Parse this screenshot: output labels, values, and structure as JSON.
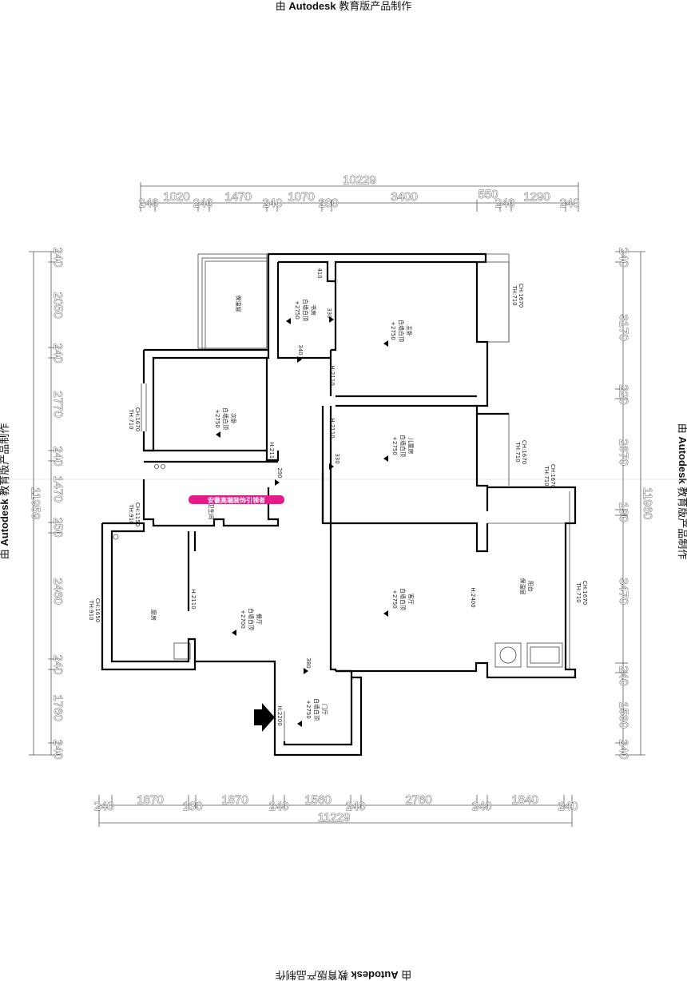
{
  "watermark": {
    "text_prefix": "由",
    "brand": "Autodesk",
    "text_suffix": "教育版产品制作"
  },
  "dimensions": {
    "top_total": "10229",
    "top_segments": [
      "240",
      "1020",
      "240",
      "1470",
      "240",
      "1070",
      "230",
      "3400",
      "550",
      "240",
      "1290",
      "240"
    ],
    "bottom_total": "11229",
    "bottom_segments": [
      "240",
      "1870",
      "130",
      "1870",
      "240",
      "1560",
      "240",
      "2760",
      "240",
      "1840",
      "240"
    ],
    "left_total": "11959",
    "left_segments": [
      "240",
      "2050",
      "240",
      "2770",
      "240",
      "1470",
      "250",
      "2460",
      "240",
      "1760",
      "240"
    ],
    "right_total": "11960",
    "right_segments": [
      "240",
      "3170",
      "220",
      "2670",
      "130",
      "3470",
      "240",
      "1580",
      "240"
    ]
  },
  "rooms": {
    "balcony_top": "保温层",
    "study": "书房",
    "master_bedroom": "主卧",
    "second_bedroom": "次卧",
    "kids_room": "儿童房",
    "bathroom": "卫生间",
    "kitchen": "厨房",
    "dining": "餐厅",
    "living": "客厅",
    "balcony_right": "阳台",
    "balcony_right_sub": "保温层",
    "entry": "门厅",
    "ceiling_note": "白墙白顶",
    "ceiling_note_height": "+2750",
    "ceiling_note_height2": "+2700"
  },
  "annotations": {
    "door_h1": "H:2110",
    "door_h2": "H:2110",
    "door_h3": "H:2110",
    "door_h4": "H:2110",
    "door_h5": "H:2400",
    "door_h6": "H:2200",
    "win_ch1": "CH:1670",
    "win_th1": "TH:710",
    "win_ch2": "CH:1670",
    "win_th2": "TH:710",
    "win_ch3": "CH:1150",
    "win_th3": "TH:910",
    "win_ch4": "CH:1650",
    "win_th4": "TH:910",
    "win_ch5": "CH:1670",
    "win_th5": "TH:710",
    "win_ch6": "CH:1670",
    "win_th6": "TH:710",
    "win_ch7": "CH:1670",
    "win_th7": "TH:710",
    "beam_330a": "330",
    "beam_340": "340",
    "beam_330b": "330",
    "beam_290": "290",
    "beam_380": "380",
    "beam_410": "410"
  },
  "badge": "安徽高端装饰引领者",
  "colors": {
    "badge": "#e8198b",
    "walls": "#000000",
    "dims": "#555555"
  }
}
